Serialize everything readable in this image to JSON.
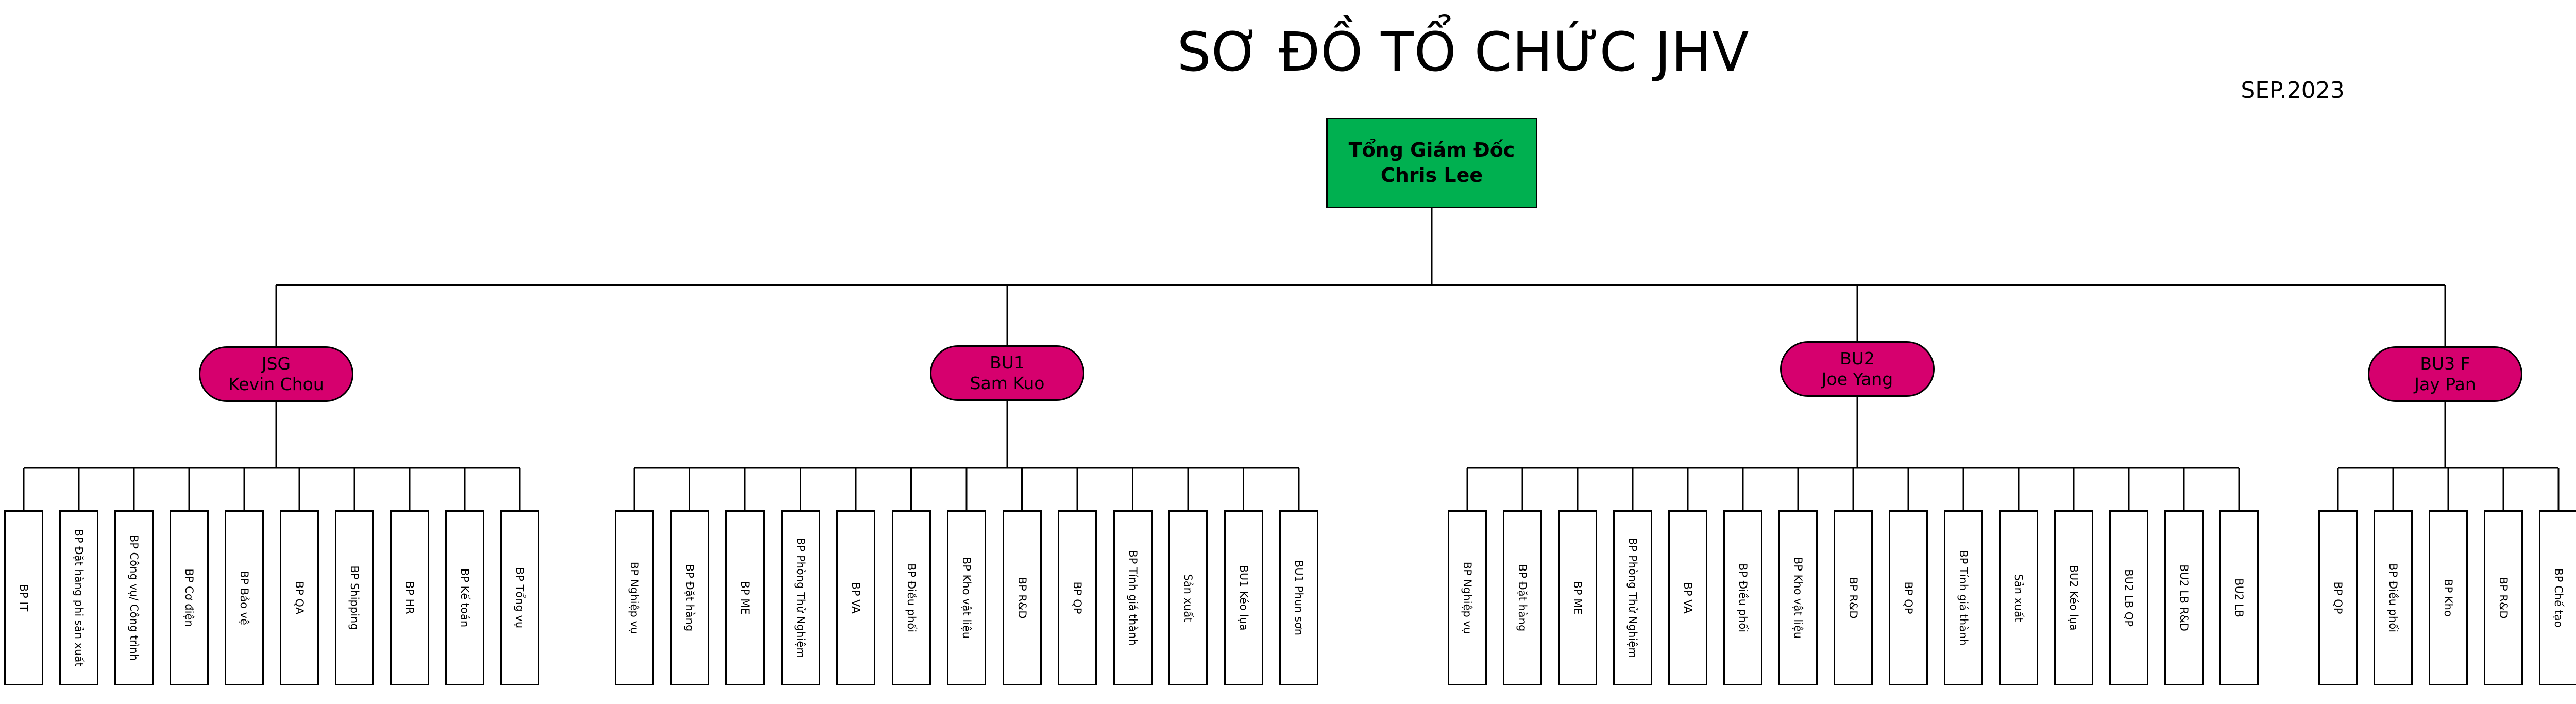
{
  "title": "SƠ ĐỒ TỔ CHỨC JHV",
  "date": "SEP.2023",
  "colors": {
    "ceo": "#00b050",
    "bu": "#d6006e",
    "line": "#000000"
  },
  "ceo": {
    "title": "Tổng Giám Đốc",
    "name": "Chris Lee"
  },
  "units": [
    {
      "id": "jsg",
      "line1": "JSG",
      "line2": "Kevin Chou",
      "departments": [
        "BP IT",
        "BP Đặt hàng phi sản xuất",
        "BP Công vụ/ Công trình",
        "BP Cơ điện",
        "BP Bảo vệ",
        "BP QA",
        "BP Shipping",
        "BP HR",
        "BP Kế toán",
        "BP Tổng vụ"
      ]
    },
    {
      "id": "bu1",
      "line1": "BU1",
      "line2": "Sam Kuo",
      "departments": [
        "BP Nghiệp vụ",
        "BP Đặt hàng",
        "BP ME",
        "BP Phòng Thử Nghiệm",
        "BP VA",
        "BP Điều phối",
        "BP Kho vật liệu",
        "BP R&D",
        "BP QP",
        "BP Tính giá thành",
        "Sản xuất",
        "BU1 Kéo lụa",
        "BU1 Phun sơn"
      ]
    },
    {
      "id": "bu2",
      "line1": "BU2",
      "line2": "Joe Yang",
      "departments": [
        "BP Nghiệp vụ",
        "BP Đặt hàng",
        "BP ME",
        "BP Phòng Thử Nghiệm",
        "BP VA",
        "BP Điều phối",
        "BP Kho vật liệu",
        "BP R&D",
        "BP QP",
        "BP Tính giá thành",
        "Sản xuất",
        "BU2 Kéo lụa",
        "BU2 LB QP",
        "BU2 LB R&D",
        "BU2 LB"
      ]
    },
    {
      "id": "bu3",
      "line1": "BU3 F",
      "line2": "Jay Pan",
      "departments": [
        "BP QP",
        "BP Điều phối",
        "BP Kho",
        "BP R&D",
        "BP Chế tạo"
      ]
    }
  ]
}
